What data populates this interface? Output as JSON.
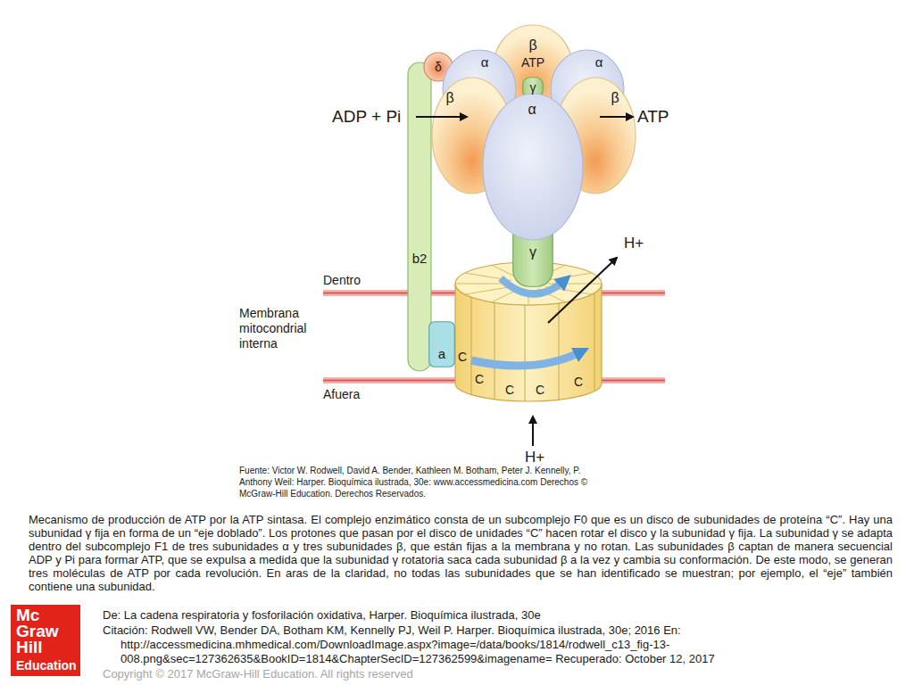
{
  "diagram": {
    "caption": "Mecanismo de producción de ATP por la ATP sintasa. El complejo enzimático consta de un subcomplejo F0 que es un disco de subunidades de proteína “C”. Hay una subunidad γ fija en forma de un “eje doblado”. Los protones que pasan por el disco de unidades “C” hacen rotar el disco y la subunidad γ fija. La subunidad γ se adapta dentro del subcomplejo F1 de tres subunidades α y tres subunidades β, que están fijas a la membrana y no rotan. Las subunidades β captan de manera secuencial ADP y Pi para formar ATP, que se expulsa a medida que la subunidad γ rotatoria saca cada subunidad β a la vez y cambia su conformación. De este modo, se generan tres moléculas de ATP por cada revolución. En aras de la claridad, no todas las subunidades que se han identificado se muestran; por ejemplo, el “eje” también contiene una subunidad.",
    "nodes": [
      {
        "text": [
          "β",
          "ATP"
        ]
      },
      {
        "text": [
          "α"
        ]
      },
      {
        "text": [
          "α"
        ]
      },
      {
        "text": [
          "δ"
        ]
      },
      {
        "text": [
          "γ"
        ]
      },
      {
        "text": [
          "β"
        ]
      },
      {
        "text": [
          "β"
        ]
      },
      {
        "text": [
          "α"
        ]
      },
      {
        "text": [
          "b2"
        ]
      },
      {
        "text": [
          "γ"
        ]
      },
      {
        "text": [
          "C",
          "C",
          "C",
          "C",
          "C"
        ]
      },
      {
        "text": [
          "a"
        ]
      },
      {
        "text": [
          "Mc Graw Hill",
          "Education"
        ]
      }
    ],
    "labels": [
      "ADP + Pi",
      "ATP",
      "H+",
      "H+",
      "Dentro",
      "Membrana mitocondrial interna",
      "Afuera",
      "Fuente: Victor W. Rodwell, David A. Bender, Kathleen M. Botham, Peter J. Kennelly, P. Anthony Weil: Harper. Bioquímica ilustrada, 30e: www.accessmedicina.com Derechos © McGraw-Hill Education. Derechos Reservados.",
      "De: La cadena respiratoria y fosforilación oxidativa, Harper. Bioquímica ilustrada, 30e",
      "Citación: Rodwell VW, Bender DA, Botham KM, Kennelly PJ, Weil P. Harper. Bioquímica ilustrada, 30e; 2016 En: http://accessmedicina.mhmedical.com/DownloadImage.aspx?image=/data/books/1814/rodwell_c13_fig-13-008.png&sec=127362635&BookID=1814&ChapterSecID=127362599&imagename= Recuperado: October 12, 2017",
      "Copyright © 2017 McGraw-Hill Education. All rights reserved"
    ]
  }
}
